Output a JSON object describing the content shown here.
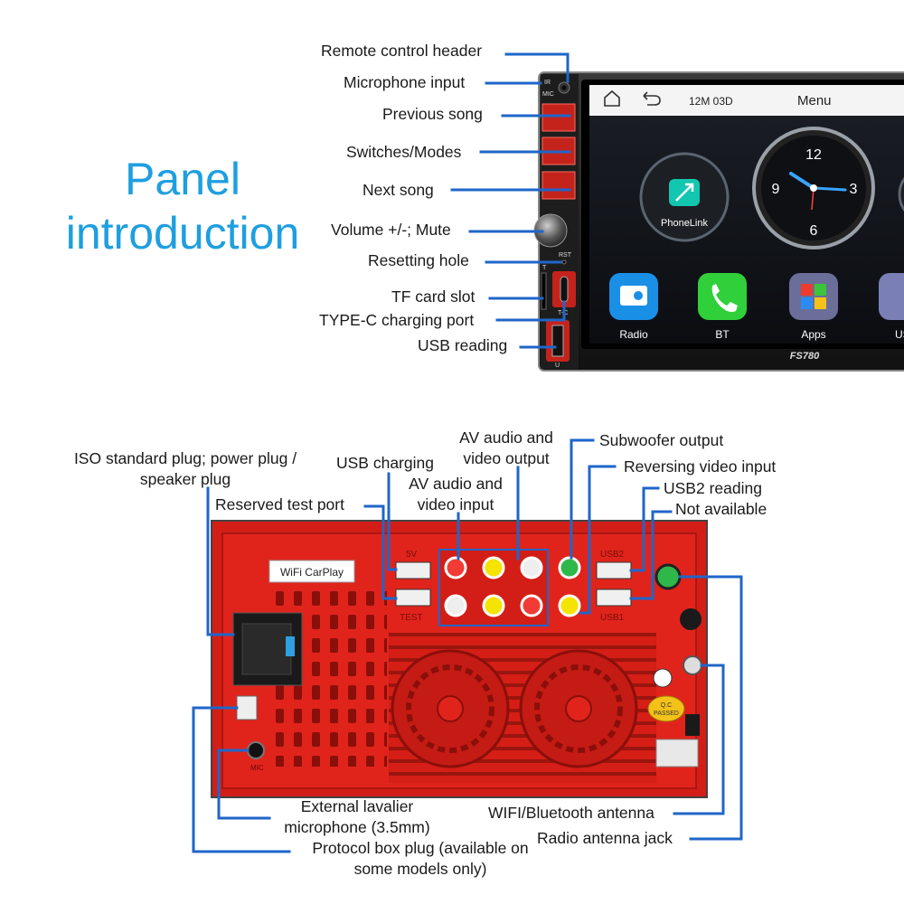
{
  "title": {
    "line1": "Panel",
    "line2": "introduction"
  },
  "front_labels": [
    "Remote control header",
    "Microphone input",
    "Previous song",
    "Switches/Modes",
    "Next song",
    "Volume +/-; Mute",
    "Resetting hole",
    "TF card slot",
    "TYPE-C charging port",
    "USB reading"
  ],
  "device": {
    "model": "FS780",
    "panel_marks": {
      "ir": "IR",
      "mic": "MIC",
      "rst": "RST",
      "tc": "T-C",
      "tf": "T",
      "usb": "U"
    }
  },
  "screen": {
    "status": "12M 03D",
    "menu": "Menu",
    "phonelink": "PhoneLink",
    "clock_numbers": [
      "12",
      "3",
      "6",
      "9"
    ],
    "apps": [
      "Radio",
      "BT",
      "Apps",
      "US"
    ]
  },
  "back_labels": {
    "iso": [
      "ISO standard plug; power plug /",
      "speaker plug"
    ],
    "usb_charging": "USB charging",
    "av_out": [
      "AV audio and",
      "video output"
    ],
    "av_in": [
      "AV audio and",
      "video input"
    ],
    "subwoofer": "Subwoofer output",
    "reversing": "Reversing video input",
    "usb2": "USB2 reading",
    "not_available": "Not available",
    "reserved": "Reserved test port",
    "lavalier": [
      "External lavalier",
      "microphone (3.5mm)"
    ],
    "protocol": [
      "Protocol box plug (available on",
      "some models only)"
    ],
    "wifi_bt": "WIFI/Bluetooth antenna",
    "radio": "Radio antenna jack"
  },
  "rear_panel": {
    "sticker": "WiFi CarPlay",
    "usb_marks": [
      "5V",
      "TEST",
      "USB2",
      "USB1"
    ],
    "mic_mark": "MIC",
    "qc": [
      "Q.C",
      "PASSED"
    ]
  },
  "colors": {
    "accent": "#1e9fe0",
    "leader": "#1f66c9",
    "red_body": "#e0241c",
    "red_dark": "#a8140e"
  }
}
